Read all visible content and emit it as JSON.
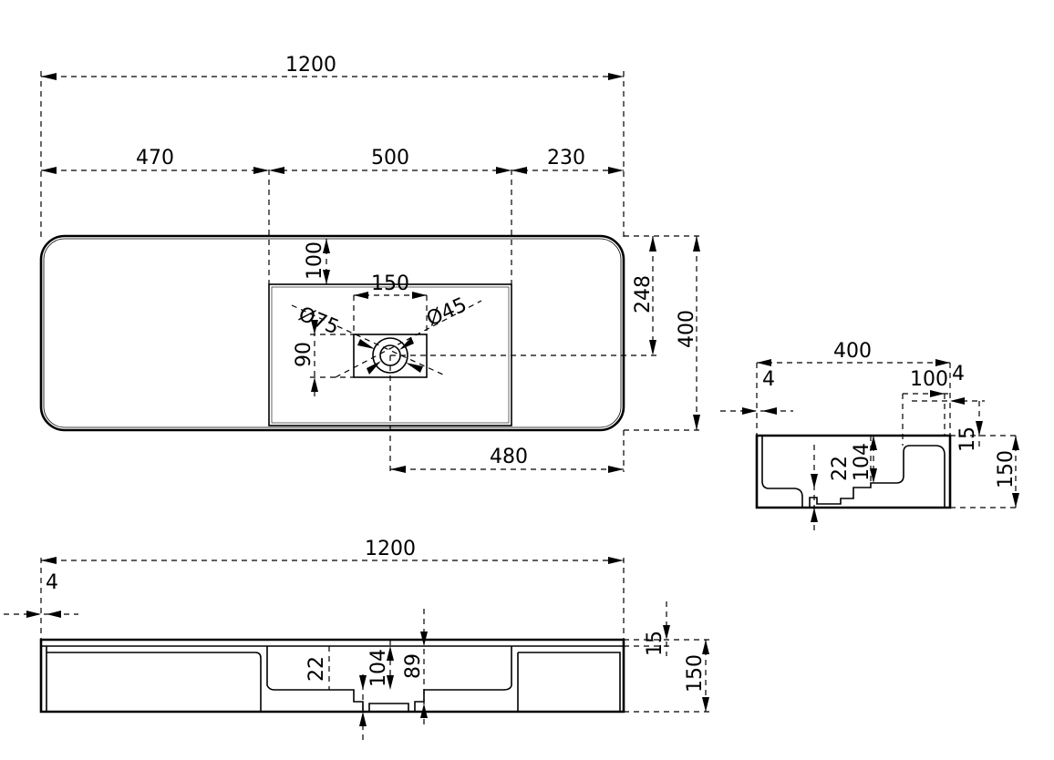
{
  "top_view": {
    "overall_length": "1200",
    "segment_left": "470",
    "segment_middle": "500",
    "segment_right": "230",
    "bowl_offset_top": "100",
    "tap_hole_width": "150",
    "hole_diameter_large": "Ø75",
    "hole_diameter_small": "Ø45",
    "tap_box_height": "90",
    "drain_offset": "480",
    "drain_depth_position": "248",
    "overall_depth": "400"
  },
  "side_view": {
    "overall_depth": "400",
    "wall_thickness_left": "4",
    "wall_thickness_right": "4",
    "ledge_width": "100",
    "rim_height": "15",
    "total_height": "150",
    "bowl_depth": "104",
    "drain_depth": "22"
  },
  "front_view": {
    "overall_length": "1200",
    "wall_thickness": "4",
    "rim_height": "15",
    "total_height": "150",
    "drain_depth": "22",
    "bowl_depth": "104",
    "inner_depth": "89"
  }
}
